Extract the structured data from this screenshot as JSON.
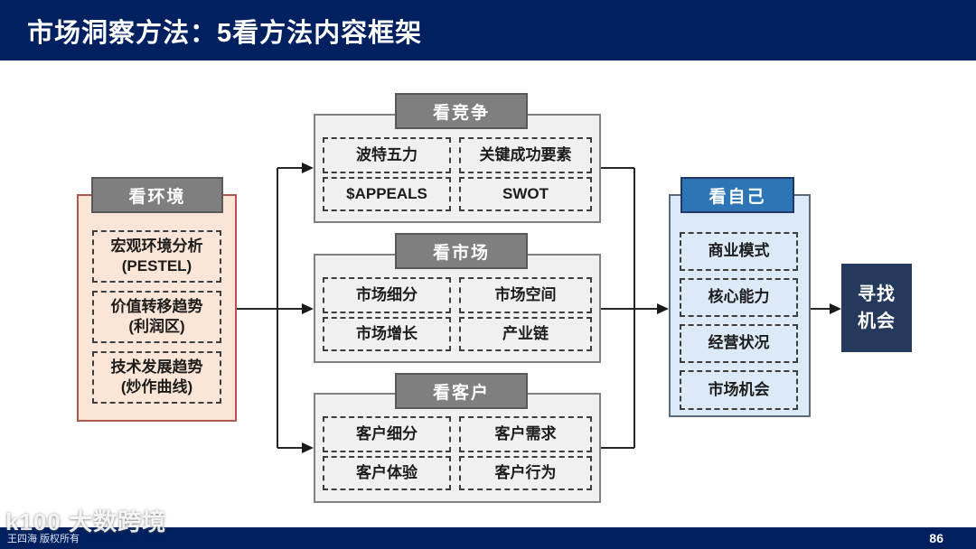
{
  "title": "市场洞察方法：5看方法内容框架",
  "groups": {
    "environment": {
      "header": "看环境",
      "items": [
        "宏观环境分析\n(PESTEL)",
        "价值转移趋势\n(利润区)",
        "技术发展趋势\n(炒作曲线)"
      ]
    },
    "competition": {
      "header": "看竞争",
      "items": [
        "波特五力",
        "关键成功要素",
        "$APPEALS",
        "SWOT"
      ]
    },
    "market": {
      "header": "看市场",
      "items": [
        "市场细分",
        "市场空间",
        "市场增长",
        "产业链"
      ]
    },
    "customer": {
      "header": "看客户",
      "items": [
        "客户细分",
        "客户需求",
        "客户体验",
        "客户行为"
      ]
    },
    "self": {
      "header": "看自己",
      "items": [
        "商业模式",
        "核心能力",
        "经营状况",
        "市场机会"
      ]
    },
    "opportunity": {
      "label": "寻找\n机会"
    }
  },
  "footer": {
    "copyright": "王四海 版权所有",
    "page_number": "86"
  },
  "watermark": {
    "text": "k100 大数跨境"
  },
  "colors": {
    "title_bar": "#002060",
    "gray_header": "#7F7F7F",
    "gray_panel": "#F0F0F0",
    "peach_panel": "#FBE5D6",
    "peach_border": "#B1574E",
    "blue_header": "#2E75B6",
    "blue_panel": "#DCE9F7",
    "opportunity_box": "#24395B",
    "connector": "#262626"
  }
}
